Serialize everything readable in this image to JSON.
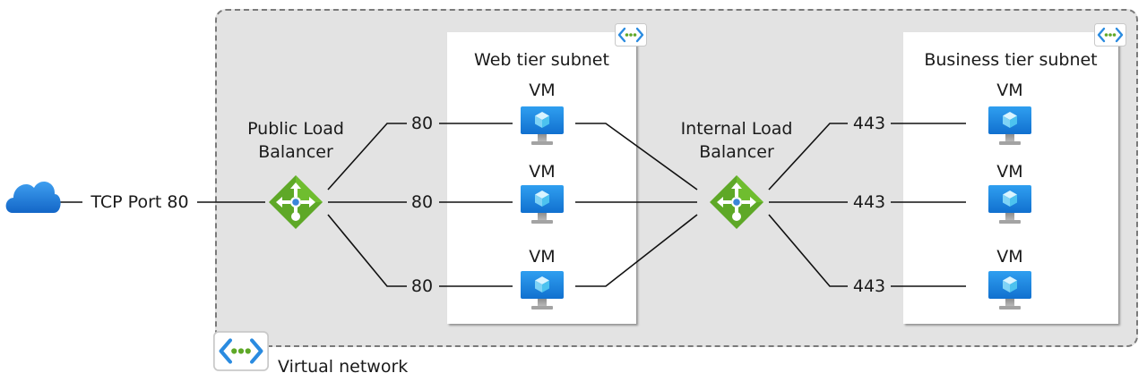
{
  "internet": {
    "label": "TCP Port 80"
  },
  "public_lb": {
    "label_line1": "Public Load",
    "label_line2": "Balancer"
  },
  "internal_lb": {
    "label_line1": "Internal Load",
    "label_line2": "Balancer"
  },
  "web_subnet": {
    "title": "Web tier subnet",
    "vms": [
      {
        "label": "VM",
        "port": "80"
      },
      {
        "label": "VM",
        "port": "80"
      },
      {
        "label": "VM",
        "port": "80"
      }
    ]
  },
  "business_subnet": {
    "title": "Business tier subnet",
    "vms": [
      {
        "label": "VM",
        "port": "443"
      },
      {
        "label": "VM",
        "port": "443"
      },
      {
        "label": "VM",
        "port": "443"
      }
    ]
  },
  "vnet": {
    "label": "Virtual network"
  },
  "icons": {
    "cloud": "cloud-icon",
    "load_balancer": "load-balancer-icon",
    "vm": "virtual-machine-icon",
    "subnet": "subnet-icon",
    "vnet": "virtual-network-icon"
  },
  "colors": {
    "cloud": "#1b7ee0",
    "lb_green": "#5ea827",
    "vm_blue": "#1b8fe0",
    "vnet_fill": "#e3e3e3"
  }
}
